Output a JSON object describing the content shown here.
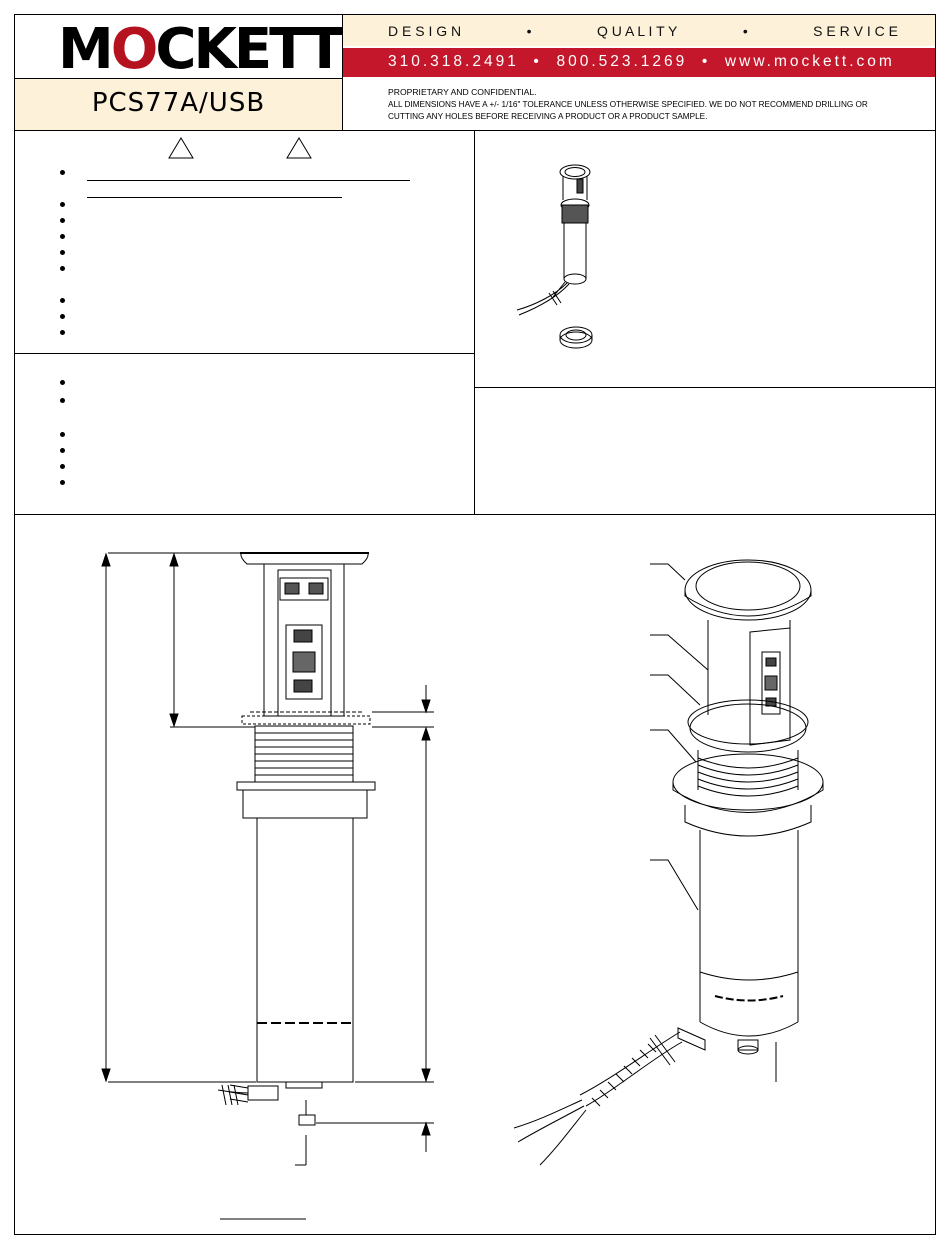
{
  "header": {
    "logo_text": "MOCKETT",
    "logo_accent_color": "#b4121e",
    "tagline_words": [
      "D E S I G N",
      "•",
      "Q U A L I T Y",
      "•",
      "S E R V I C E"
    ],
    "contact_line": "310.318.2491  •  800.523.1269  •  www.mockett.com",
    "model": "PCS77A/USB",
    "notice_title": "PROPRIETARY AND CONFIDENTIAL.",
    "notice_body_1": "ALL DIMENSIONS HAVE A +/- 1/16\" TOLERANCE UNLESS OTHERWISE SPECIFIED. WE DO NOT RECOMMEND DRILLING OR",
    "notice_body_2": "CUTTING ANY HOLES BEFORE RECEIVING A PRODUCT OR A PRODUCT SAMPLE.",
    "brand_red": "#c4172b",
    "cream": "#fdf2d9"
  }
}
